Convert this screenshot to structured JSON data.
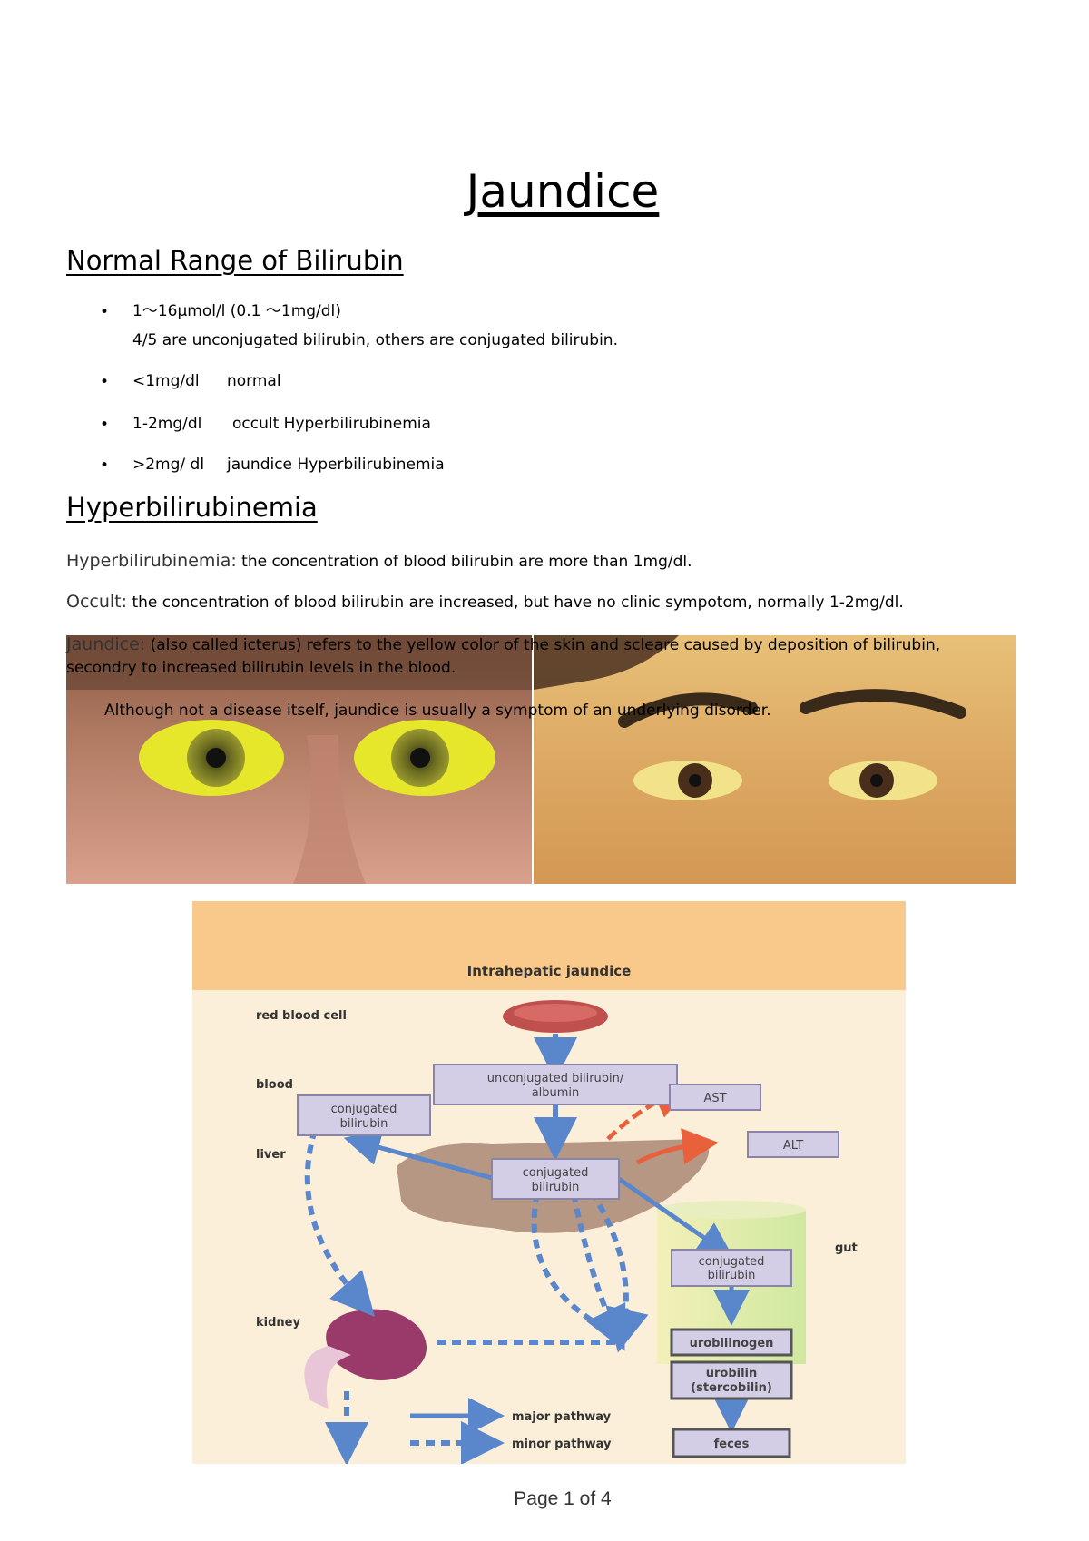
{
  "title": "Jaundice",
  "section1": {
    "heading": "Normal Range of Bilirubin",
    "bullets": [
      {
        "line1": "1～16μmol/l (0.1 ～1mg/dl)",
        "line2": "4/5 are unconjugated bilirubin, others  are conjugated bilirubin."
      },
      {
        "range": "<1mg/dl",
        "desc": "normal"
      },
      {
        "range": "1-2mg/dl",
        "desc": "occult Hyperbilirubinemia"
      },
      {
        "range": ">2mg/ dl",
        "desc": "jaundice Hyperbilirubinemia"
      }
    ]
  },
  "section2": {
    "heading": "Hyperbilirubinemia",
    "hyper_label": "Hyperbilirubinemia:",
    "hyper_text": "the concentration of blood bilirubin are more than 1mg/dl.",
    "occult_label": "Occult:",
    "occult_text": "the concentration of blood bilirubin are increased, but have no clinic sympotom, normally 1-2mg/dl.",
    "jaundice_label": "Jaundice:",
    "jaundice_text1": "(also called icterus) refers to the yellow color of the skin and scleare caused by deposition of bilirubin,",
    "jaundice_text2": "secondry to increased bilirubin levels in the blood.",
    "jaundice_text3": "Although not a disease itself, jaundice is usually a symptom of an underlying disorder."
  },
  "diagram": {
    "title": "Intrahepatic jaundice",
    "labels": {
      "red_blood_cell": "red blood cell",
      "blood": "blood",
      "liver": "liver",
      "kidney": "kidney",
      "gut": "gut"
    },
    "boxes": {
      "unconj_1": "unconjugated bilirubin/",
      "unconj_2": "albumin",
      "conj_left_1": "conjugated",
      "conj_left_2": "bilirubin",
      "conj_liver_1": "conjugated",
      "conj_liver_2": "bilirubin",
      "conj_gut_1": "conjugated",
      "conj_gut_2": "bilirubin",
      "urobilinogen": "urobilinogen",
      "urobilin_1": "urobilin",
      "urobilin_2": "(stercobilin)",
      "feces": "feces",
      "ast": "AST",
      "alt": "ALT"
    },
    "legend": {
      "major": "major pathway",
      "minor": "minor pathway"
    },
    "colors": {
      "box_fill": "#d4cde6",
      "arrow_blue": "#5a86cc",
      "arrow_red": "#e8603c",
      "header": "#f8c98a",
      "bg": "#fcefd9"
    }
  },
  "footer": "Page 1 of 4"
}
